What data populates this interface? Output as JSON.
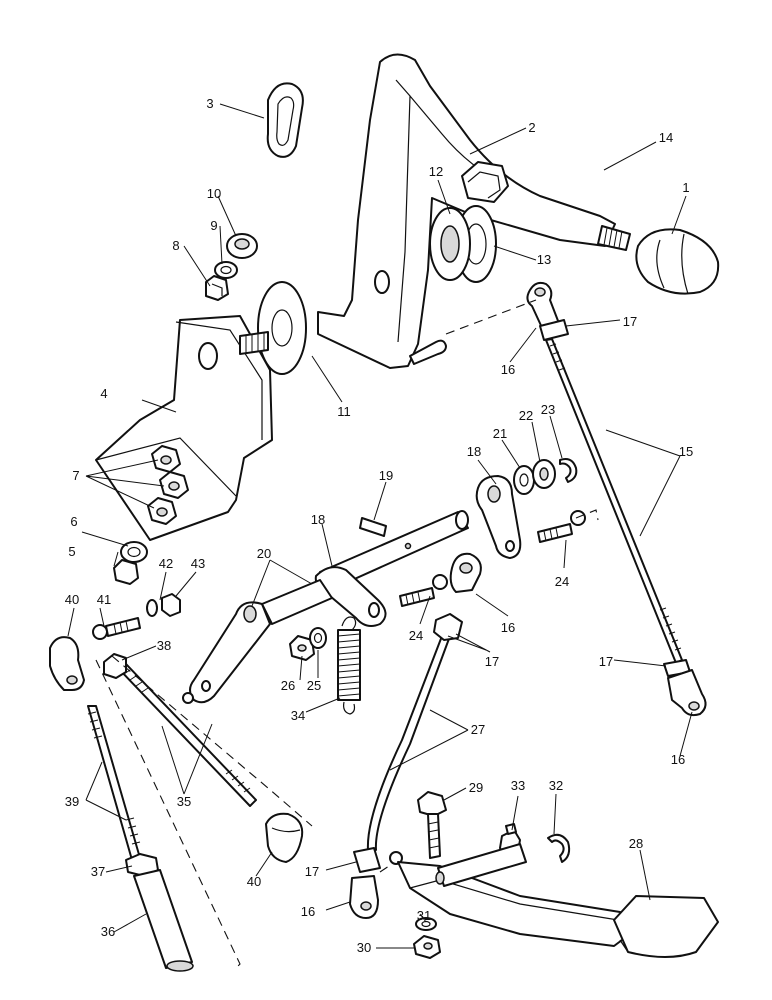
{
  "diagram": {
    "callouts": [
      {
        "id": "c1",
        "text": "1"
      },
      {
        "id": "c2",
        "text": "2"
      },
      {
        "id": "c3",
        "text": "3"
      },
      {
        "id": "c4",
        "text": "4"
      },
      {
        "id": "c5",
        "text": "5"
      },
      {
        "id": "c6",
        "text": "6"
      },
      {
        "id": "c7",
        "text": "7"
      },
      {
        "id": "c8",
        "text": "8"
      },
      {
        "id": "c9",
        "text": "9"
      },
      {
        "id": "c10",
        "text": "10"
      },
      {
        "id": "c11",
        "text": "11"
      },
      {
        "id": "c12",
        "text": "12"
      },
      {
        "id": "c13",
        "text": "13"
      },
      {
        "id": "c14",
        "text": "14"
      },
      {
        "id": "c15",
        "text": "15"
      },
      {
        "id": "c16a",
        "text": "16"
      },
      {
        "id": "c16b",
        "text": "16"
      },
      {
        "id": "c16c",
        "text": "16"
      },
      {
        "id": "c16d",
        "text": "16"
      },
      {
        "id": "c17a",
        "text": "17"
      },
      {
        "id": "c17b",
        "text": "17"
      },
      {
        "id": "c17c",
        "text": "17"
      },
      {
        "id": "c17d",
        "text": "17"
      },
      {
        "id": "c18a",
        "text": "18"
      },
      {
        "id": "c18b",
        "text": "18"
      },
      {
        "id": "c19",
        "text": "19"
      },
      {
        "id": "c20",
        "text": "20"
      },
      {
        "id": "c21",
        "text": "21"
      },
      {
        "id": "c22",
        "text": "22"
      },
      {
        "id": "c23",
        "text": "23"
      },
      {
        "id": "c24a",
        "text": "24"
      },
      {
        "id": "c24b",
        "text": "24"
      },
      {
        "id": "c25",
        "text": "25"
      },
      {
        "id": "c26",
        "text": "26"
      },
      {
        "id": "c27",
        "text": "27"
      },
      {
        "id": "c28",
        "text": "28"
      },
      {
        "id": "c29",
        "text": "29"
      },
      {
        "id": "c30",
        "text": "30"
      },
      {
        "id": "c31",
        "text": "31"
      },
      {
        "id": "c32",
        "text": "32"
      },
      {
        "id": "c33",
        "text": "33"
      },
      {
        "id": "c34",
        "text": "34"
      },
      {
        "id": "c35",
        "text": "35"
      },
      {
        "id": "c36",
        "text": "36"
      },
      {
        "id": "c37",
        "text": "37"
      },
      {
        "id": "c38",
        "text": "38"
      },
      {
        "id": "c39",
        "text": "39"
      },
      {
        "id": "c40a",
        "text": "40"
      },
      {
        "id": "c40b",
        "text": "40"
      },
      {
        "id": "c41",
        "text": "41"
      },
      {
        "id": "c42",
        "text": "42"
      },
      {
        "id": "c43",
        "text": "43"
      }
    ]
  }
}
